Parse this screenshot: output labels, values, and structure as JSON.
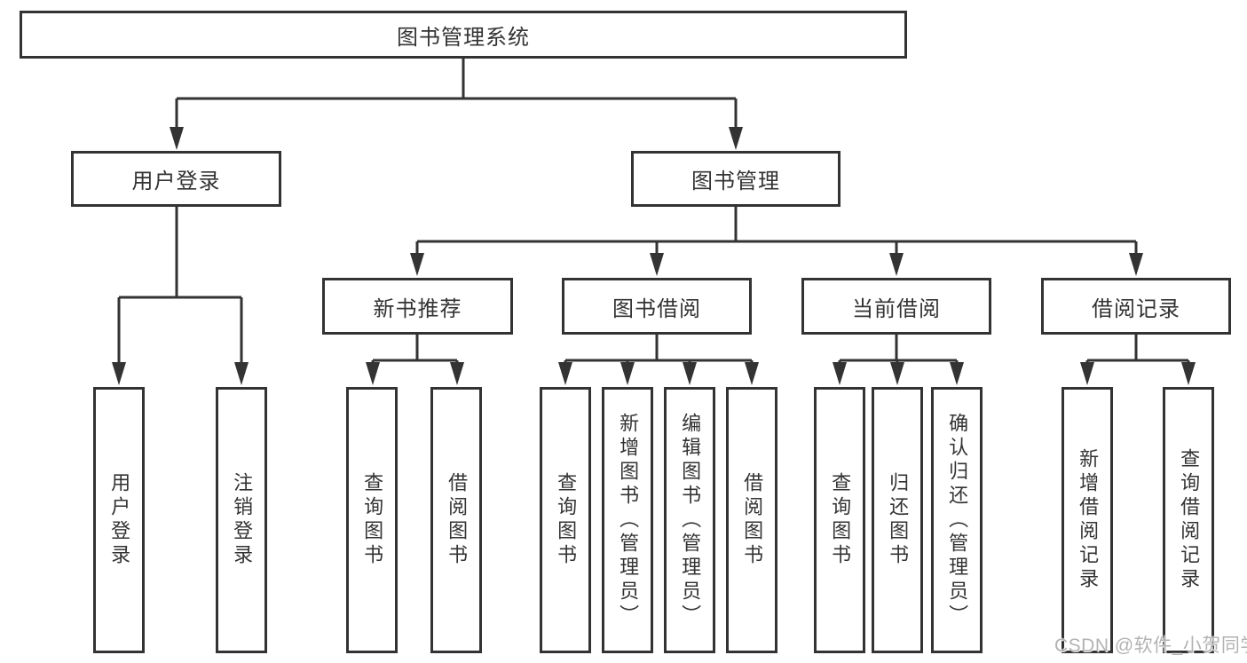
{
  "colors": {
    "line": "#333333",
    "text": "#333333",
    "background": "#ffffff",
    "watermark": "#b3b3b3"
  },
  "watermark": {
    "text": "CSDN @软件_小贺同学"
  },
  "tree": {
    "root": {
      "label": "图书管理系统"
    },
    "level2": [
      {
        "label": "用户登录"
      },
      {
        "label": "图书管理"
      }
    ],
    "level3": [
      {
        "label": "新书推荐"
      },
      {
        "label": "图书借阅"
      },
      {
        "label": "当前借阅"
      },
      {
        "label": "借阅记录"
      }
    ],
    "leaves": {
      "user_login": [
        "用户登录",
        "注销登录"
      ],
      "new_book_recommend": [
        "查询图书",
        "借阅图书"
      ],
      "book_borrow": [
        "查询图书",
        "新增图书（管理员）",
        "编辑图书（管理员）",
        "借阅图书"
      ],
      "current_borrow": [
        "查询图书",
        "归还图书",
        "确认归还（管理员）"
      ],
      "borrow_records": [
        "新增借阅记录",
        "查询借阅记录"
      ]
    }
  }
}
